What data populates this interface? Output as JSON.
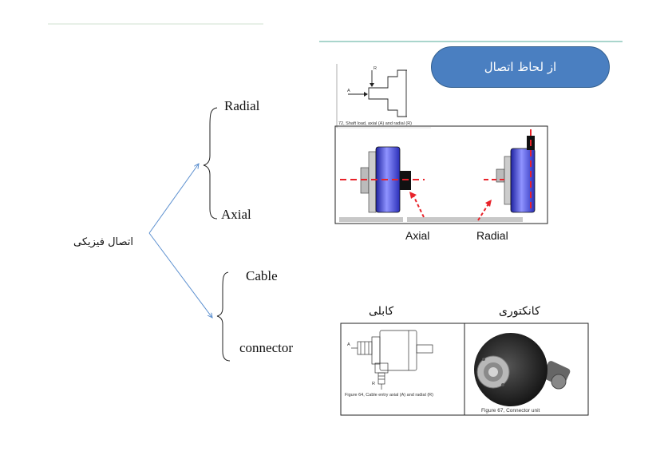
{
  "mindmap": {
    "root_label": "اتصال فیزیکی",
    "branches": [
      {
        "items": [
          "Radial",
          "Axial"
        ]
      },
      {
        "items": [
          "Cable",
          "connector"
        ]
      }
    ]
  },
  "banner": {
    "label": "از لحاظ اتصال"
  },
  "shaft_load_figure": {
    "caption": "72, Shaft load, axial (A) and radial (R)",
    "axis_a": "A",
    "axis_r": "R"
  },
  "encoder_figure": {
    "labels": [
      "Axial",
      "Radial"
    ]
  },
  "cable_figure": {
    "heading": "کابلی",
    "caption": "Figure 64, Cable entry axial (A) and radial (R)",
    "axis_a": "A",
    "axis_r": "R"
  },
  "connector_figure": {
    "heading": "کانکتوری",
    "caption": "Figure 67, Connector unit"
  },
  "colors": {
    "banner_fill": "#4a7fc1",
    "arrow": "#5b8fcf",
    "laser": "#e8232a",
    "encoder_body": "#3a3fd0"
  }
}
